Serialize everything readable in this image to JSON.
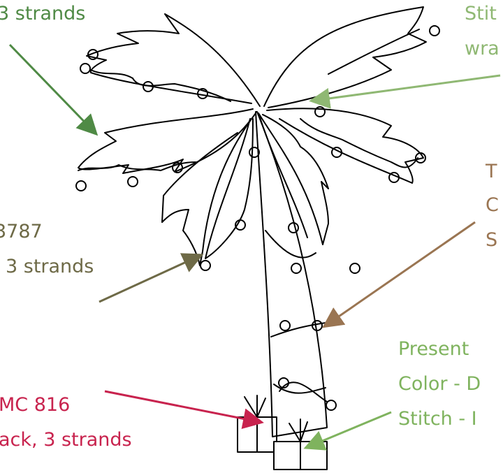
{
  "colors": {
    "outline": "#000000",
    "top_left": "#4f8a45",
    "top_right": "#8fb873",
    "mid_left": "#6e6a47",
    "trunk": "#9a7552",
    "present_right": "#7fb35e",
    "present_left": "#c8234e",
    "background": "#ffffff"
  },
  "annotations": {
    "top_left": {
      "line1": "3 strands"
    },
    "top_right": {
      "line1": "Stit",
      "line2": "wra"
    },
    "mid_left": {
      "line1": "3787",
      "line2": "3 strands"
    },
    "trunk": {
      "line1": "T",
      "line2": "C",
      "line3": "S"
    },
    "present_right": {
      "line1": "Present",
      "line2": "Color - D",
      "line3": "Stitch - I"
    },
    "present_left": {
      "line1": "MC 816",
      "line2": "ack, 3 strands"
    }
  }
}
